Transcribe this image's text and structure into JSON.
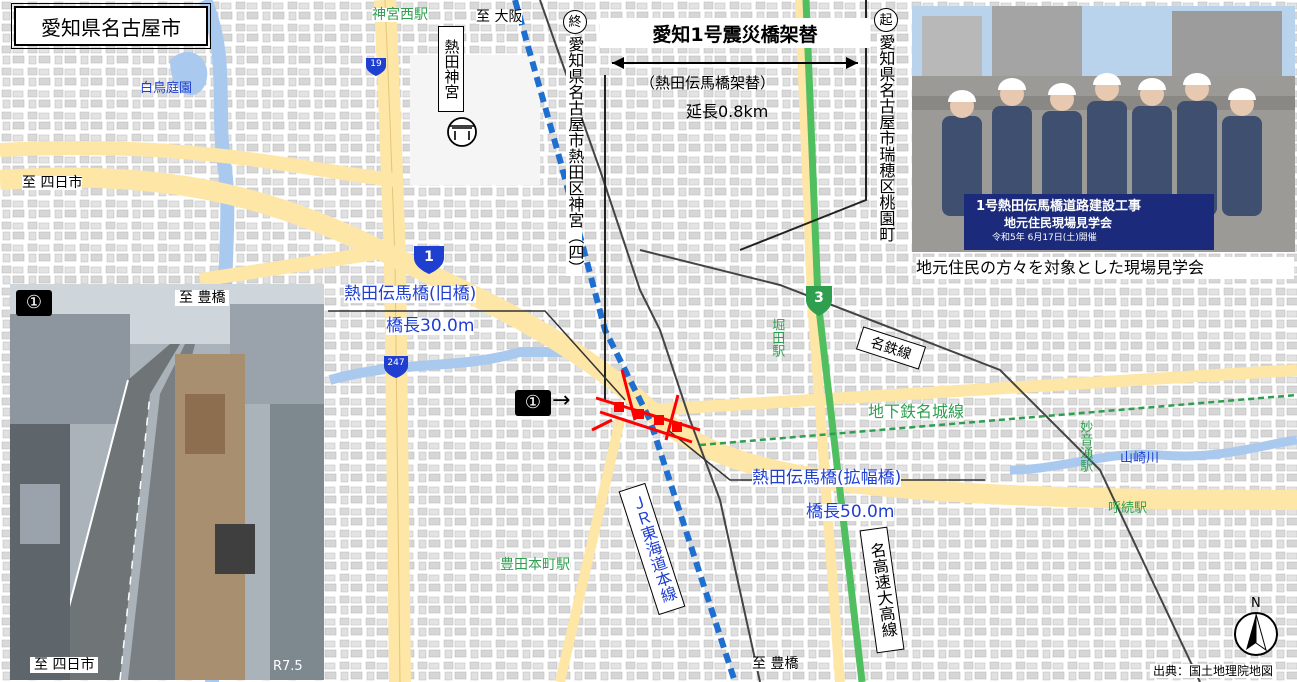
{
  "location": {
    "label": "愛知県名古屋市"
  },
  "project": {
    "title": "愛知1号震災橋架替",
    "subtitle": "（熱田伝馬橋架替）",
    "length": "延長0.8km",
    "start_marker": "起",
    "start_label": "愛知県名古屋市瑞穂区桃園町",
    "end_marker": "終",
    "end_label": "愛知県名古屋市熱田区神宮（四）"
  },
  "bridges": {
    "old_name": "熱田伝馬橋(旧橋)",
    "old_length": "橋長30.0m",
    "new_name": "熱田伝馬橋(拡幅橋)",
    "new_length": "橋長50.0m"
  },
  "photos": {
    "left_marker": "①",
    "left_top_label": "至 豊橋",
    "left_bottom_label": "至 四日市",
    "left_date": "R7.5",
    "right_caption": "地元住民の方々を対象とした現場見学会",
    "banner_line1": "1号熱田伝馬橋道路建設工事",
    "banner_line2": "地元住民現場見学会",
    "banner_line3": "令和5年 6月17日(土)開催"
  },
  "camera": {
    "marker": "①"
  },
  "map_labels": {
    "shrine": "熱田神宮",
    "jingu_nishi_station": "神宮西駅",
    "to_osaka": "至 大阪",
    "to_yokkaichi": "至 四日市",
    "to_toyohashi": "至 豊橋",
    "jr_line": "ＪＲ東海道本線",
    "meitetsu_line": "名鉄線",
    "subway_line": "地下鉄名城線",
    "expressway": "名高速大高線",
    "horita_station": "堀田駅",
    "toyotahonmachi_station": "豊田本町駅",
    "myoon_dori_station": "妙音通駅",
    "yobitsugi_station": "呼続駅",
    "yamazaki_river": "山崎川",
    "shiratori_garden": "白鳥庭園",
    "route_1": "1",
    "route_19": "19",
    "route_247": "247",
    "route_3": "3",
    "credit": "出典：国土地理院地図",
    "north": "N"
  },
  "colors": {
    "bridge_red": "#ff0000",
    "label_blue": "#1f3fd1",
    "railway_blue": "#1e6fd0",
    "subway_green": "#2f9e4f",
    "river_blue": "#a9c9ef",
    "major_road": "#fde6a6"
  }
}
